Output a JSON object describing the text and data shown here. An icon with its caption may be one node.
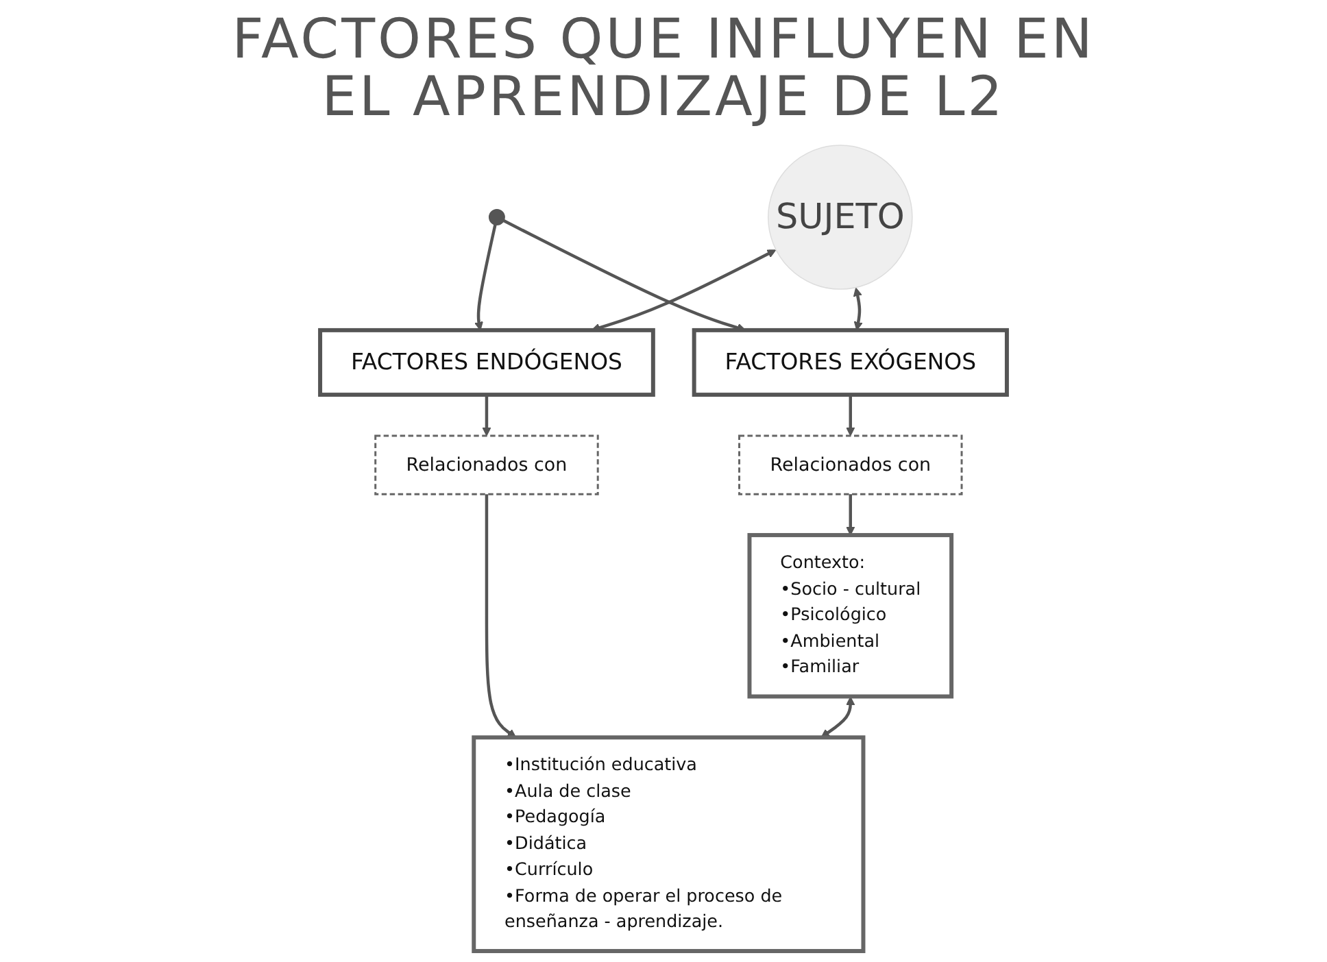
{
  "diagram": {
    "title": "FACTORES QUE INFLUYEN EN EL APRENDIZAJE DE L2",
    "nodes": [
      {
        "text": [
          "FACTORES EXÓGENOS"
        ]
      },
      {
        "text": [
          "SUJETO"
        ]
      },
      {
        "text": [
          "FACTORES ENDÓGENOS"
        ]
      },
      {
        "text": [
          "Relacionados con"
        ]
      },
      {
        "text": [
          "Relacionados con"
        ]
      },
      {
        "text": [
          "Contexto:",
          "•Socio - cultural",
          "•Psicológico",
          "•Ambiental",
          "•Familiar"
        ]
      },
      {
        "text": [
          "•Institución educativa",
          "•Aula de clase",
          "•Pedagogía",
          "•Didática",
          "•Currículo",
          "•Forma de operar el proceso de enseñanza - aprendizaje."
        ]
      }
    ],
    "edges": [
      {
        "from": null,
        "to": 0,
        "arrow": "to"
      },
      {
        "from": null,
        "to": 2,
        "arrow": "to"
      },
      {
        "from": 0,
        "to": 3,
        "arrow": "to"
      },
      {
        "from": 3,
        "to": 5,
        "arrow": "to"
      },
      {
        "from": 2,
        "to": 4,
        "arrow": "to"
      },
      {
        "from": 4,
        "to": 6,
        "arrow": "to"
      },
      {
        "from": 0,
        "to": 1,
        "arrow": "both"
      },
      {
        "from": 1,
        "to": 2,
        "arrow": "both"
      },
      {
        "from": 5,
        "to": 6,
        "arrow": "both"
      }
    ]
  }
}
